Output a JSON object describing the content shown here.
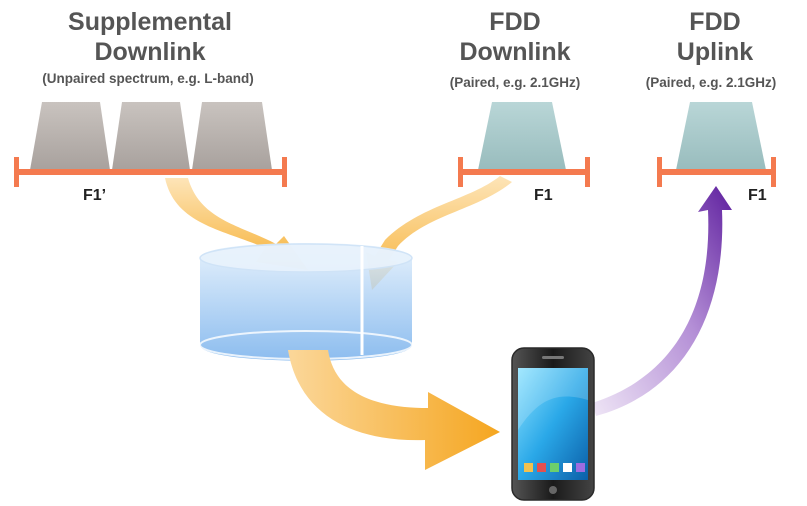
{
  "supplemental": {
    "title_line1": "Supplemental",
    "title_line2": "Downlink",
    "subtitle": "(Unpaired spectrum, e.g. L-band)",
    "band_label": "F1’"
  },
  "fdd_downlink": {
    "title_line1": "FDD",
    "title_line2": "Downlink",
    "subtitle": "(Paired,  e.g. 2.1GHz)",
    "band_label": "F1"
  },
  "fdd_uplink": {
    "title_line1": "FDD",
    "title_line2": "Uplink",
    "subtitle": "(Paired, e.g. 2.1GHz)",
    "band_label": "F1"
  },
  "colors": {
    "text": "#555555",
    "band_bar": "#f47a4f",
    "carrier_gray": "#b3aca8",
    "carrier_teal": "#a5c7c8",
    "arrow_orange": "#f6b23c",
    "arrow_purple": "#6a2fa6",
    "aggregator_blue": "#7fb6ee"
  }
}
